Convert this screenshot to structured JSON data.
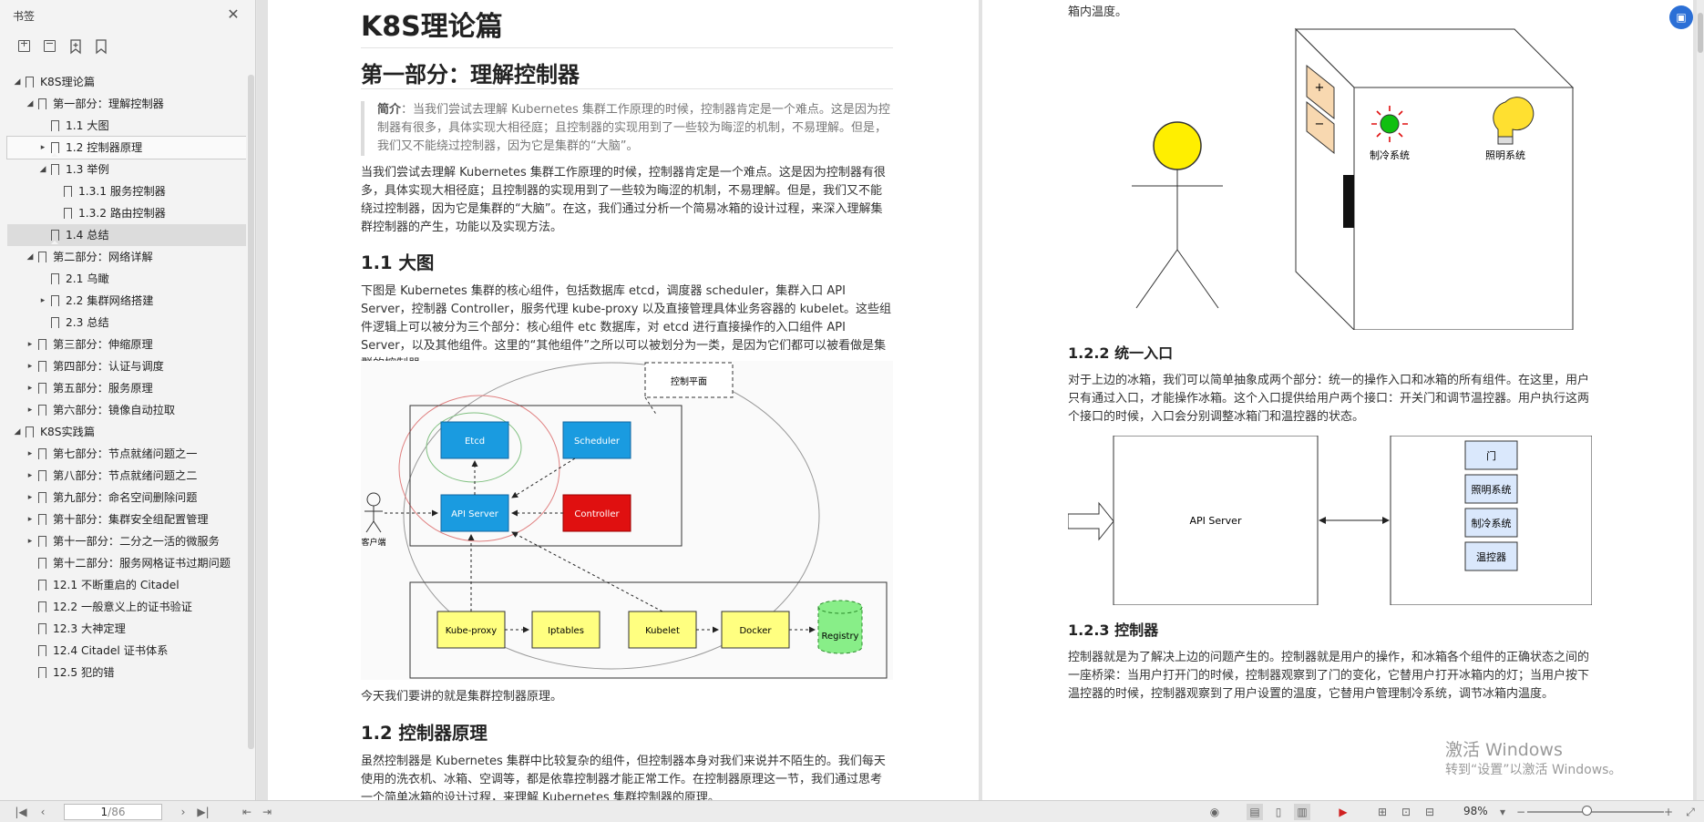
{
  "sidebar": {
    "title": "书签",
    "close_icon": "close-icon",
    "tools": [
      "expand-all-icon",
      "collapse-all-icon",
      "add-bookmark-icon",
      "bookmark-icon"
    ],
    "items": [
      {
        "label": "K8S理论篇",
        "level": 0,
        "arrow": "▲",
        "selected": false
      },
      {
        "label": "第一部分：理解控制器",
        "level": 1,
        "arrow": "▲",
        "selected": false
      },
      {
        "label": "1.1 大图",
        "level": 2,
        "arrow": "",
        "selected": false
      },
      {
        "label": "1.2 控制器原理",
        "level": 2,
        "arrow": "▶",
        "selected": false,
        "outlined": true
      },
      {
        "label": "1.3 举例",
        "level": 2,
        "arrow": "▲",
        "selected": false
      },
      {
        "label": "1.3.1 服务控制器",
        "level": 3,
        "arrow": "",
        "selected": false
      },
      {
        "label": "1.3.2 路由控制器",
        "level": 3,
        "arrow": "",
        "selected": false
      },
      {
        "label": "1.4 总结",
        "level": 2,
        "arrow": "",
        "selected": true
      },
      {
        "label": "第二部分：网络详解",
        "level": 1,
        "arrow": "▲",
        "selected": false
      },
      {
        "label": "2.1 乌瞰",
        "level": 2,
        "arrow": "",
        "selected": false
      },
      {
        "label": "2.2 集群网络搭建",
        "level": 2,
        "arrow": "▶",
        "selected": false
      },
      {
        "label": "2.3 总结",
        "level": 2,
        "arrow": "",
        "selected": false
      },
      {
        "label": "第三部分：伸缩原理",
        "level": 1,
        "arrow": "▶",
        "selected": false
      },
      {
        "label": "第四部分：认证与调度",
        "level": 1,
        "arrow": "▶",
        "selected": false
      },
      {
        "label": "第五部分：服务原理",
        "level": 1,
        "arrow": "▶",
        "selected": false
      },
      {
        "label": "第六部分：镜像自动拉取",
        "level": 1,
        "arrow": "▶",
        "selected": false
      },
      {
        "label": "K8S实践篇",
        "level": 0,
        "arrow": "▲",
        "selected": false
      },
      {
        "label": "第七部分：节点就绪问题之一",
        "level": 1,
        "arrow": "▶",
        "selected": false
      },
      {
        "label": "第八部分：节点就绪问题之二",
        "level": 1,
        "arrow": "▶",
        "selected": false
      },
      {
        "label": "第九部分：命名空间删除问题",
        "level": 1,
        "arrow": "▶",
        "selected": false
      },
      {
        "label": "第十部分：集群安全组配置管理",
        "level": 1,
        "arrow": "▶",
        "selected": false
      },
      {
        "label": "第十一部分：二分之一活的微服务",
        "level": 1,
        "arrow": "▶",
        "selected": false
      },
      {
        "label": "第十二部分：服务网格证书过期问题",
        "level": 1,
        "arrow": "",
        "selected": false
      },
      {
        "label": "12.1 不断重启的 Citadel",
        "level": 1,
        "arrow": "",
        "selected": false
      },
      {
        "label": "12.2 一般意义上的证书验证",
        "level": 1,
        "arrow": "",
        "selected": false
      },
      {
        "label": "12.3 大神定理",
        "level": 1,
        "arrow": "",
        "selected": false
      },
      {
        "label": "12.4 Citadel 证书体系",
        "level": 1,
        "arrow": "",
        "selected": false
      },
      {
        "label": "12.5 犯的错",
        "level": 1,
        "arrow": "",
        "selected": false
      }
    ]
  },
  "page1": {
    "title": "K8S理论篇",
    "part_title": "第一部分：理解控制器",
    "quote_label": "简介",
    "quote_text": "：当我们尝试去理解 Kubernetes 集群工作原理的时候，控制器肯定是一个难点。这是因为控制器有很多，具体实现大相径庭；且控制器的实现用到了一些较为晦涩的机制，不易理解。但是，我们又不能绕过控制器，因为它是集群的“大脑”。",
    "intro": "当我们尝试去理解 Kubernetes 集群工作原理的时候，控制器肯定是一个难点。这是因为控制器有很多，具体实现大相径庭；且控制器的实现用到了一些较为晦涩的机制，不易理解。但是，我们又不能绕过控制器，因为它是集群的“大脑”。在这，我们通过分析一个简易冰箱的设计过程，来深入理解集群控制器的产生，功能以及实现方法。",
    "s11_title": "1.1 大图",
    "s11_text": "下图是 Kubernetes 集群的核心组件，包括数据库 etcd，调度器 scheduler，集群入口 API Server，控制器 Controller，服务代理 kube-proxy 以及直接管理具体业务容器的 kubelet。这些组件逻辑上可以被分为三个部分：核心组件 etc 数据库，对 etcd 进行直接操作的入口组件 API Server，以及其他组件。这里的“其他组件”之所以可以被划分为一类，是因为它们都可以被看做是集群的控制器。",
    "diagram": {
      "control_plane": "控制平面",
      "client": "客户端",
      "etcd": "Etcd",
      "scheduler": "Scheduler",
      "api_server": "API Server",
      "controller": "Controller",
      "kube_proxy": "Kube-proxy",
      "iptables": "Iptables",
      "kubelet": "Kubelet",
      "docker": "Docker",
      "registry": "Registry"
    },
    "after_diagram": "今天我们要讲的就是集群控制器原理。",
    "s12_title": "1.2 控制器原理",
    "s12_text": "虽然控制器是 Kubernetes 集群中比较复杂的组件，但控制器本身对我们来说并不陌生的。我们每天使用的洗衣机、冰箱、空调等，都是依靠控制器才能正常工作。在控制器原理这一节，我们通过思考一个简单冰箱的设计过程，来理解 Kubernetes 集群控制器的原理。"
  },
  "page2": {
    "top_text": "箱内温度。",
    "fridge": {
      "cooling": "制冷系统",
      "lighting": "照明系统",
      "door_plus": "+",
      "door_minus": "−"
    },
    "s122_title": "1.2.2 统一入口",
    "s122_text": "对于上边的冰箱，我们可以简单抽象成两个部分：统一的操作入口和冰箱的所有组件。在这里，用户只有通过入口，才能操作冰箱。这个入口提供给用户两个接口：开关门和调节温控器。用户执行这两个接口的时候，入口会分别调整冰箱门和温控器的状态。",
    "unified": {
      "api_server": "API Server",
      "components": [
        "门",
        "照明系统",
        "制冷系统",
        "温控器"
      ]
    },
    "s123_title": "1.2.3 控制器",
    "s123_text": "控制器就是为了解决上边的问题产生的。控制器就是用户的操作，和冰箱各个组件的正确状态之间的一座桥梁：当用户打开门的时候，控制器观察到了门的变化，它替用户打开冰箱内的灯；当用户按下温控器的时候，控制器观察到了用户设置的温度，它替用户管理制冷系统，调节冰箱内温度。"
  },
  "watermark": {
    "line1": "激活 Windows",
    "line2": "转到“设置”以激活 Windows。"
  },
  "statusbar": {
    "page_current": "1",
    "page_total": "/86",
    "zoom": "98%"
  }
}
